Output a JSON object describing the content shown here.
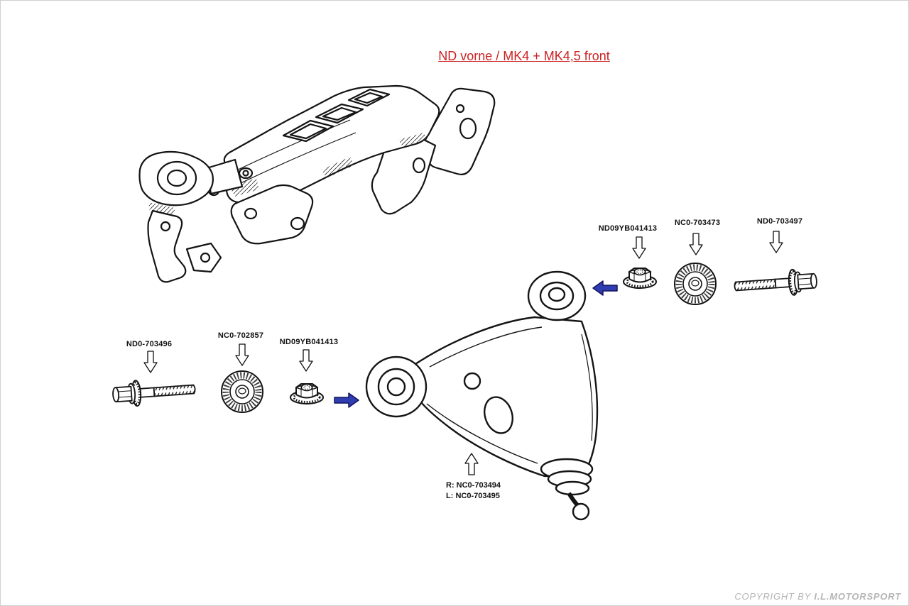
{
  "title": "ND vorne / MK4 + MK4,5 front",
  "copyright": {
    "prefix": "COPYRIGHT BY ",
    "brand": "I.L.MOTORSPORT"
  },
  "parts": {
    "upper_nut": {
      "label": "ND09YB041413"
    },
    "upper_washer": {
      "label": "NC0-703473"
    },
    "upper_bolt": {
      "label": "ND0-703497"
    },
    "lower_bolt": {
      "label": "ND0-703496"
    },
    "lower_washer": {
      "label": "NC0-702857"
    },
    "lower_nut": {
      "label": "ND09YB041413"
    },
    "control_arm": {
      "label_right": "R:  NC0-703494",
      "label_left": "L:  NC0-703495"
    }
  },
  "colors": {
    "title_red": "#cc2222",
    "arrow_blue": "#2e3db0",
    "line_black": "#141414",
    "copyright_gray": "#b4b4b4"
  }
}
